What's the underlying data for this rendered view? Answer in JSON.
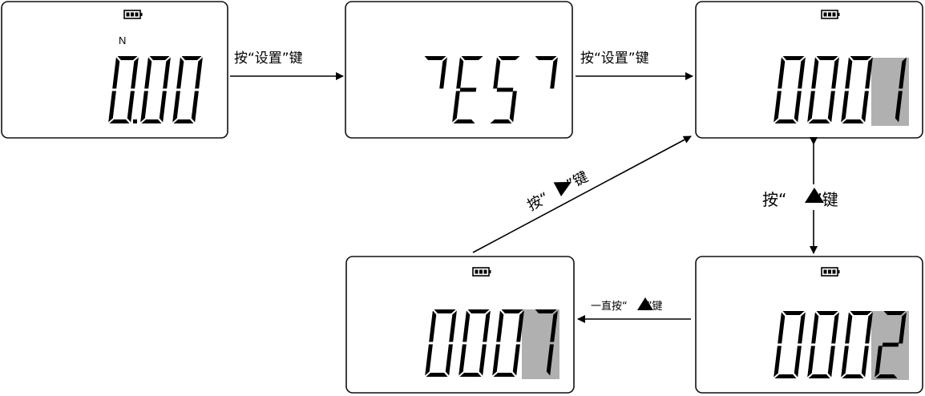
{
  "screens": {
    "initial": {
      "unit": "N",
      "value": "0.00"
    },
    "test": {
      "value": "TEST"
    },
    "code1": {
      "value": "0001"
    },
    "code2": {
      "value": "0002"
    },
    "code7": {
      "value": "0007"
    }
  },
  "arrows": {
    "initial_to_test": "按“设置”键",
    "test_to_code1": "按“设置”键",
    "code1_to_code2": {
      "before": "按“",
      "after": "”键"
    },
    "code2_to_code7": {
      "before": "一直按“",
      "after": "”键"
    },
    "code7_to_code1": {
      "before": "按“",
      "after": "”键"
    }
  },
  "icons": {
    "battery": "battery-full-icon",
    "up_triangle": "up-triangle-icon",
    "right_triangle": "right-triangle-icon"
  }
}
